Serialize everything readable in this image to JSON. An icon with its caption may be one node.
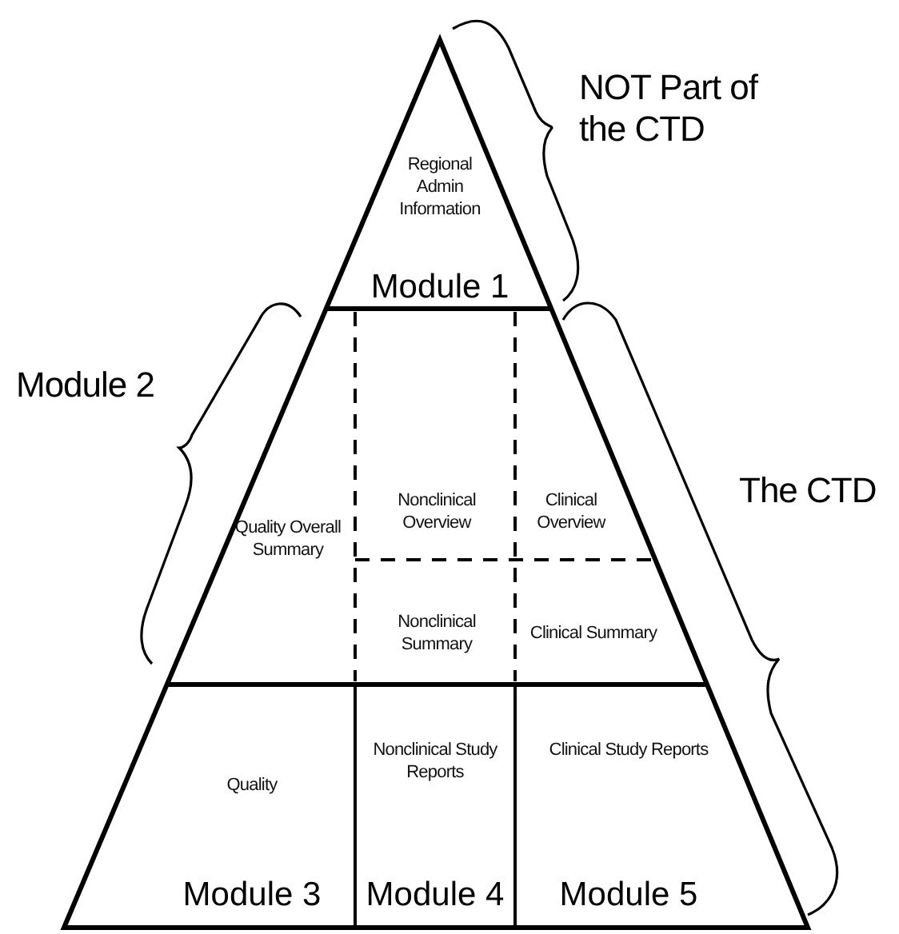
{
  "diagram": {
    "nodes": [
      {
        "text": [
          "Regional Admin Information",
          "Module 1"
        ]
      },
      {
        "text": [
          "Quality Overall Summary"
        ]
      },
      {
        "text": [
          "Nonclinical Overview"
        ]
      },
      {
        "text": [
          "Clinical Overview"
        ]
      },
      {
        "text": [
          "Nonclinical Summary"
        ]
      },
      {
        "text": [
          "Clinical Summary"
        ]
      },
      {
        "text": [
          "Quality",
          "Module 3"
        ]
      },
      {
        "text": [
          "Nonclinical Study Reports",
          "Module 4"
        ]
      },
      {
        "text": [
          "Clinical Study Reports",
          "Module 5"
        ]
      }
    ],
    "labels": [
      "NOT Part of the CTD",
      "Module 2",
      "The CTD"
    ]
  }
}
